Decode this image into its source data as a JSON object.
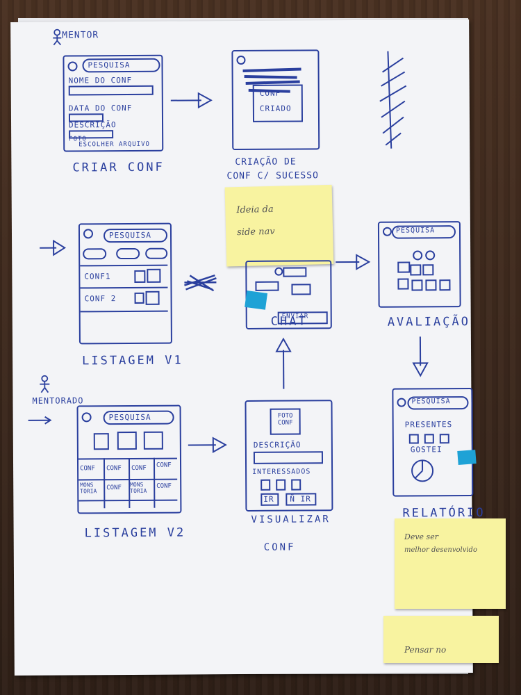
{
  "header": {
    "mentor": "MENTOR",
    "mentorado": "MENTORADO"
  },
  "sketches": {
    "criar": {
      "search": "PESQUISA",
      "field1": "NOME DO CONF",
      "field2": "DATA DO CONF",
      "field3": "DESCRIÇÃO",
      "field4": "FOTO",
      "upload": "ESCOLHER ARQUIVO",
      "caption": "CRIAR CONF"
    },
    "sucesso": {
      "inner1": "CONF",
      "inner2": "CRIADO",
      "caption_line1": "CRIAÇÃO DE",
      "caption_line2": "CONF C/ SUCESSO"
    },
    "listagem1": {
      "search": "PESQUISA",
      "row1": "CONF1",
      "row2": "CONF 2",
      "caption": "LISTAGEM V1"
    },
    "chat": {
      "send": "ENVIAR",
      "caption": "CHAT"
    },
    "avaliacao": {
      "search": "PESQUISA",
      "caption": "AVALIAÇÃO"
    },
    "listagem2": {
      "search": "PESQUISA",
      "cells": [
        "CONF",
        "CONF",
        "CONF",
        "CONF",
        "MONS TORIA",
        "CONF",
        "MONS TORIA",
        "CONF"
      ],
      "caption": "LISTAGEM V2"
    },
    "visualizar": {
      "photo": "FOTO CONF",
      "desc": "DESCRIÇÃO",
      "interest": "INTERESSADOS",
      "btn1": "IR",
      "btn2": "Ñ IR",
      "caption_line1": "VISUALIZAR",
      "caption_line2": "CONF"
    },
    "relatorio": {
      "search": "PESQUISA",
      "presentes": "PRESENTES",
      "gostei": "GOSTEI",
      "caption": "RELATÓRIO"
    }
  },
  "notes": {
    "note1_line1": "Ideia da",
    "note1_line2": "side nav",
    "note2_line1": "Deve ser",
    "note2_line2": "melhor desenvolvido",
    "note3": "Pensar no"
  },
  "colors": {
    "ink": "#2a3f9e",
    "sticky": "#f8f3a0",
    "tab": "#1ea2d6"
  }
}
